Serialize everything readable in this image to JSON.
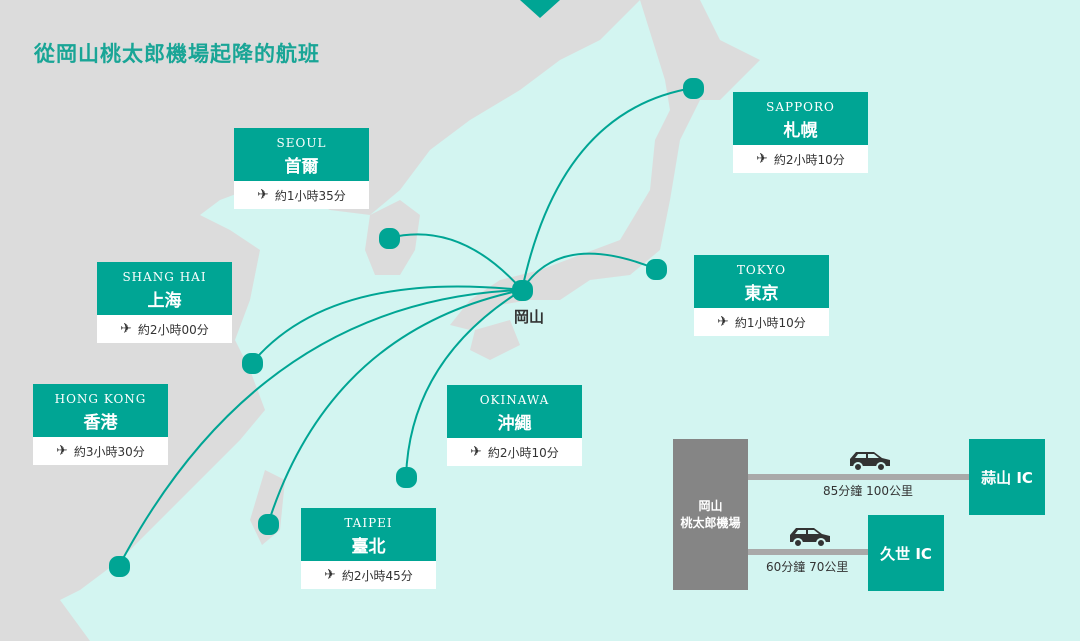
{
  "title": "從岡山桃太郎機場起降的航班",
  "hub": "岡山",
  "destinations": [
    {
      "en": "SEOUL",
      "zh": "首爾",
      "time": "約1小時35分"
    },
    {
      "en": "SAPPORO",
      "zh": "札幌",
      "time": "約2小時10分"
    },
    {
      "en": "SHANG HAI",
      "zh": "上海",
      "time": "約2小時00分"
    },
    {
      "en": "TOKYO",
      "zh": "東京",
      "time": "約1小時10分"
    },
    {
      "en": "HONG KONG",
      "zh": "香港",
      "time": "約3小時30分"
    },
    {
      "en": "OKINAWA",
      "zh": "沖繩",
      "time": "約2小時10分"
    },
    {
      "en": "TAIPEI",
      "zh": "臺北",
      "time": "約2小時45分"
    }
  ],
  "access": {
    "airport_line1": "岡山",
    "airport_line2": "桃太郎機場",
    "ic1": "蒜山 IC",
    "ic1_dist": "85分鐘  100公里",
    "ic2": "久世 IC",
    "ic2_dist": "60分鐘  70公里"
  },
  "colors": {
    "accent": "#00a594",
    "sea": "#d3f5f1",
    "land": "#dcdcdc"
  }
}
